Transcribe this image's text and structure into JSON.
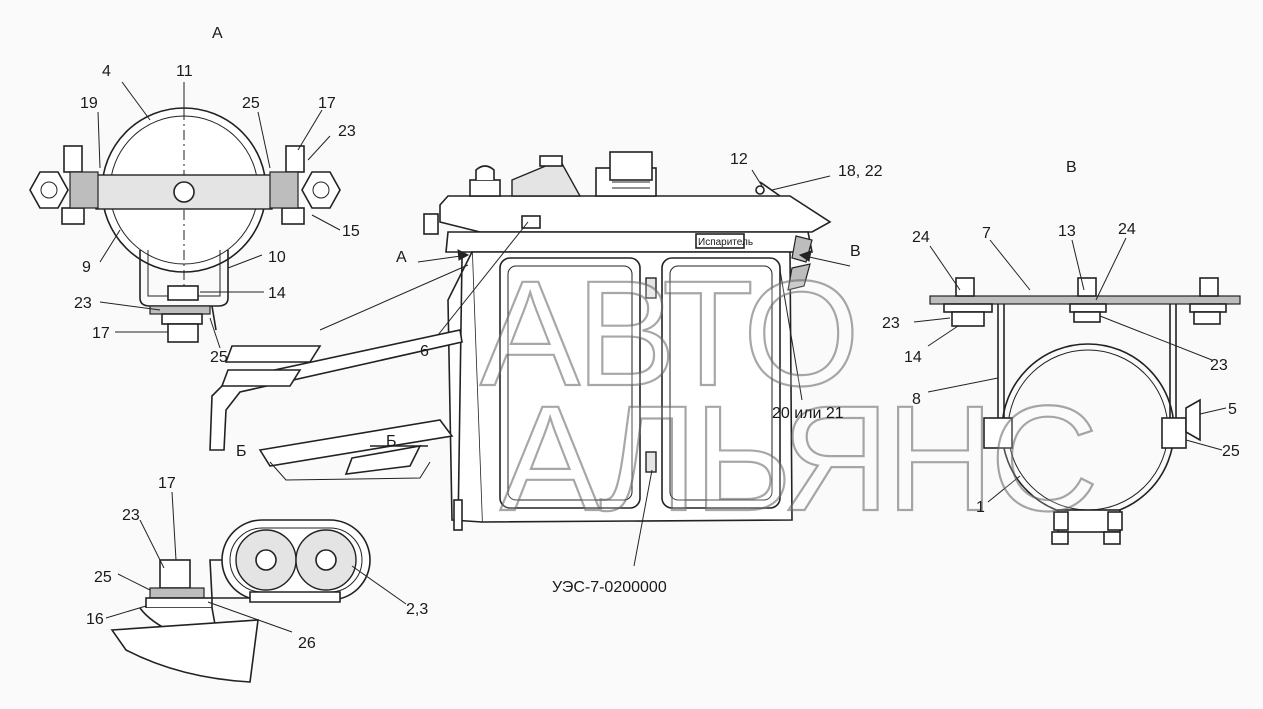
{
  "views": {
    "a": "А",
    "b": "Б",
    "b2": "Б",
    "v": "В",
    "arrow_a": "А",
    "arrow_v": "В"
  },
  "labels": {
    "l4": "4",
    "l11": "11",
    "l19": "19",
    "l25a": "25",
    "l17a": "17",
    "l23a": "23",
    "l15": "15",
    "l9": "9",
    "l10": "10",
    "l14a": "14",
    "l23b": "23",
    "l17b": "17",
    "l25b": "25",
    "l6": "6",
    "l12": "12",
    "l1822": "18, 22",
    "l24a": "24",
    "l7": "7",
    "l13": "13",
    "l24b": "24",
    "l23c": "23",
    "l14b": "14",
    "l23d": "23",
    "l8": "8",
    "l2021": "20 или 21",
    "l5": "5",
    "l25c": "25",
    "l1": "1",
    "l17c": "17",
    "l23e": "23",
    "l25d": "25",
    "l16": "16",
    "l26": "26",
    "l23x": "2,3"
  },
  "plate": "Испаритель",
  "part_number": "УЭС-7-0200000",
  "watermark": {
    "line1": "АВТО",
    "line2": "АЛЬЯНС"
  }
}
